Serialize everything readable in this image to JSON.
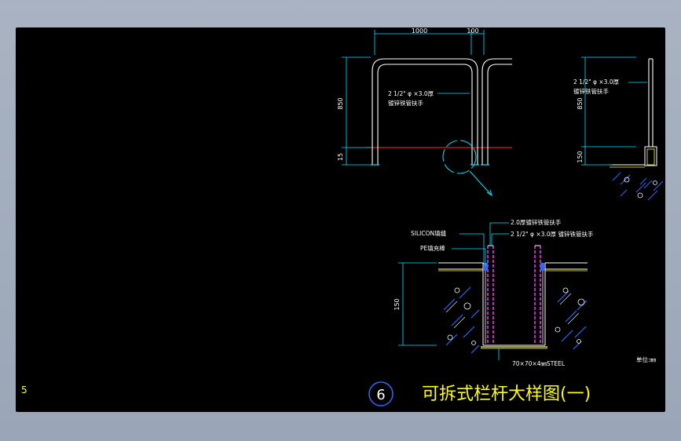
{
  "drawing": {
    "page_number": "5",
    "title": "可拆式栏杆大样图(一)",
    "detail_number": "6",
    "unit_label": "单位:㎜",
    "top_view": {
      "dim_top_1": "1000",
      "dim_top_2": "100",
      "dim_left_1": "850",
      "dim_left_2": "15",
      "pipe_note_1": "2 1/2\" φ ×3.0厚",
      "pipe_note_2": "镀锌铁管扶手"
    },
    "side_view": {
      "dim_left_1": "850",
      "dim_left_2": "150",
      "pipe_note_1": "2 1/2\" φ ×3.0厚",
      "pipe_note_2": "镀锌铁管扶手"
    },
    "section": {
      "label_silicon": "SILICON填缝",
      "label_pe": "PE填充棒",
      "label_sleeve": "2.0厚镀锌铁管扶手",
      "label_pipe": "2 1/2\" φ ×3.0厚 镀锌铁管扶手",
      "dim_depth": "150",
      "label_steel": "70×70×4㎜STEEL"
    }
  },
  "colors": {
    "background": "#000000",
    "cyan": "#00e5ff",
    "white": "#ffffff",
    "yellow": "#ffff33",
    "red": "#ff2a2a",
    "blue": "#3366ff",
    "magenta": "#ff33ff",
    "title_yellow": "#ffff00"
  }
}
